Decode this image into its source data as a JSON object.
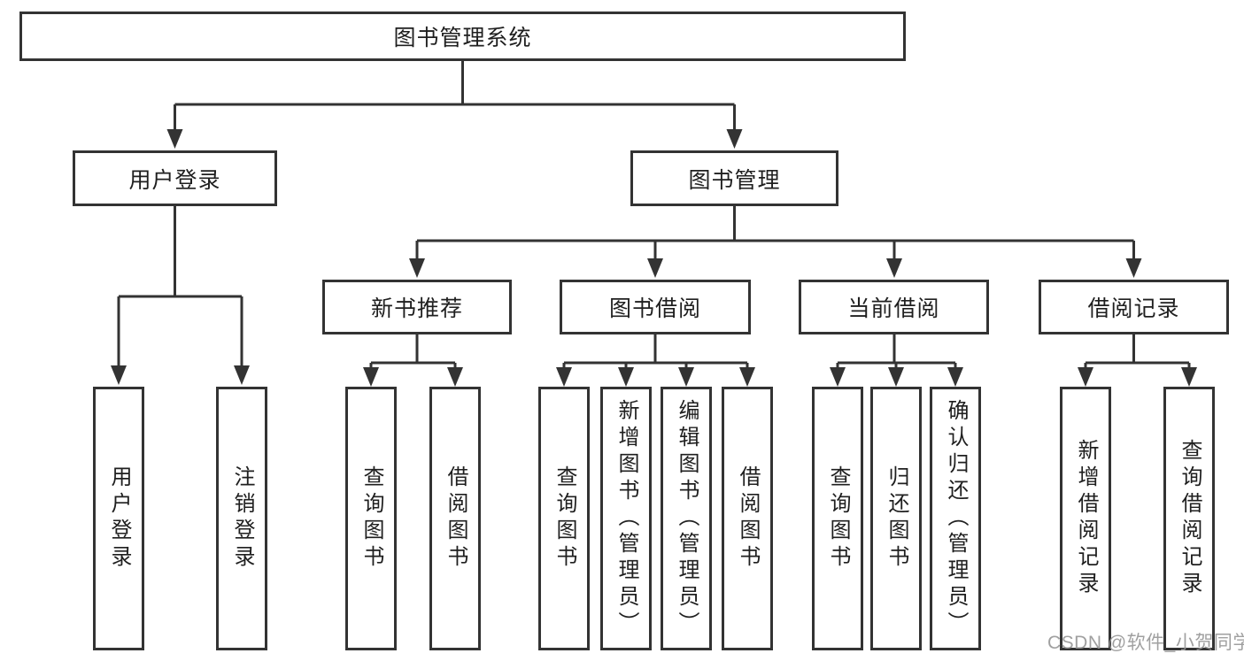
{
  "diagram": {
    "root": {
      "label": "图书管理系统"
    },
    "branches": [
      {
        "label": "用户登录",
        "children": [
          {
            "label": "用户登录"
          },
          {
            "label": "注销登录"
          }
        ]
      },
      {
        "label": "图书管理",
        "children": [
          {
            "label": "新书推荐",
            "children": [
              {
                "label": "查询图书"
              },
              {
                "label": "借阅图书"
              }
            ]
          },
          {
            "label": "图书借阅",
            "children": [
              {
                "label": "查询图书"
              },
              {
                "label": "新增图书（管理员）"
              },
              {
                "label": "编辑图书（管理员）"
              },
              {
                "label": "借阅图书"
              }
            ]
          },
          {
            "label": "当前借阅",
            "children": [
              {
                "label": "查询图书"
              },
              {
                "label": "归还图书"
              },
              {
                "label": "确认归还（管理员）"
              }
            ]
          },
          {
            "label": "借阅记录",
            "children": [
              {
                "label": "新增借阅记录"
              },
              {
                "label": "查询借阅记录"
              }
            ]
          }
        ]
      }
    ]
  },
  "watermark": {
    "text": "CSDN @软件_小贺同学",
    "color": "#969696"
  },
  "colors": {
    "line": "#333333",
    "box_border": "#333333",
    "text": "#1f1f1f",
    "background": "#ffffff"
  }
}
